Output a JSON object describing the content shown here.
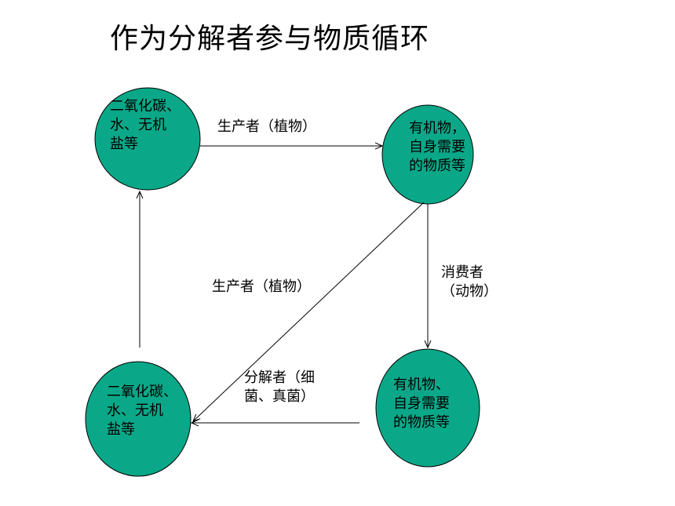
{
  "title": "作为分解者参与物质循环",
  "colors": {
    "node_fill": "#0aa888",
    "node_stroke": "#000000",
    "line": "#000000"
  },
  "nodes": {
    "top_left": "二氧化碳、\n水、无机\n盐等",
    "top_right": "有机物，\n自身需要\n的物质等",
    "bottom_right": "有机物、\n自身需要\n的物质等",
    "bottom_left": "二氧化碳、\n水、无机\n盐等"
  },
  "edges": {
    "top": "生产者（植物）",
    "diagonal": "生产者（植物）",
    "right": "消费者\n（动物）",
    "bottom": "分解者（细\n菌、真菌）"
  }
}
